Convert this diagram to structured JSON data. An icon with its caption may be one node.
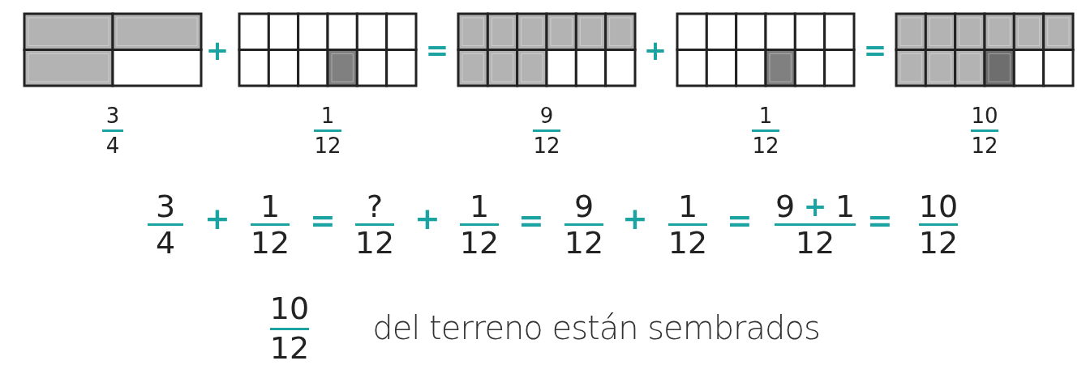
{
  "diagram": {
    "labels": [
      "+",
      "=",
      "+",
      "=",
      "3",
      "4",
      "1",
      "12",
      "9",
      "12",
      "1",
      "12",
      "10",
      "12",
      "3",
      "4",
      "+",
      "1",
      "12",
      "=",
      "?",
      "12",
      "+",
      "1",
      "12",
      "=",
      "9",
      "12",
      "+",
      "1",
      "12",
      "=",
      "9",
      "+",
      "1",
      "12",
      "=",
      "10",
      "12",
      "10",
      "12",
      "del terreno están sembrados"
    ]
  }
}
